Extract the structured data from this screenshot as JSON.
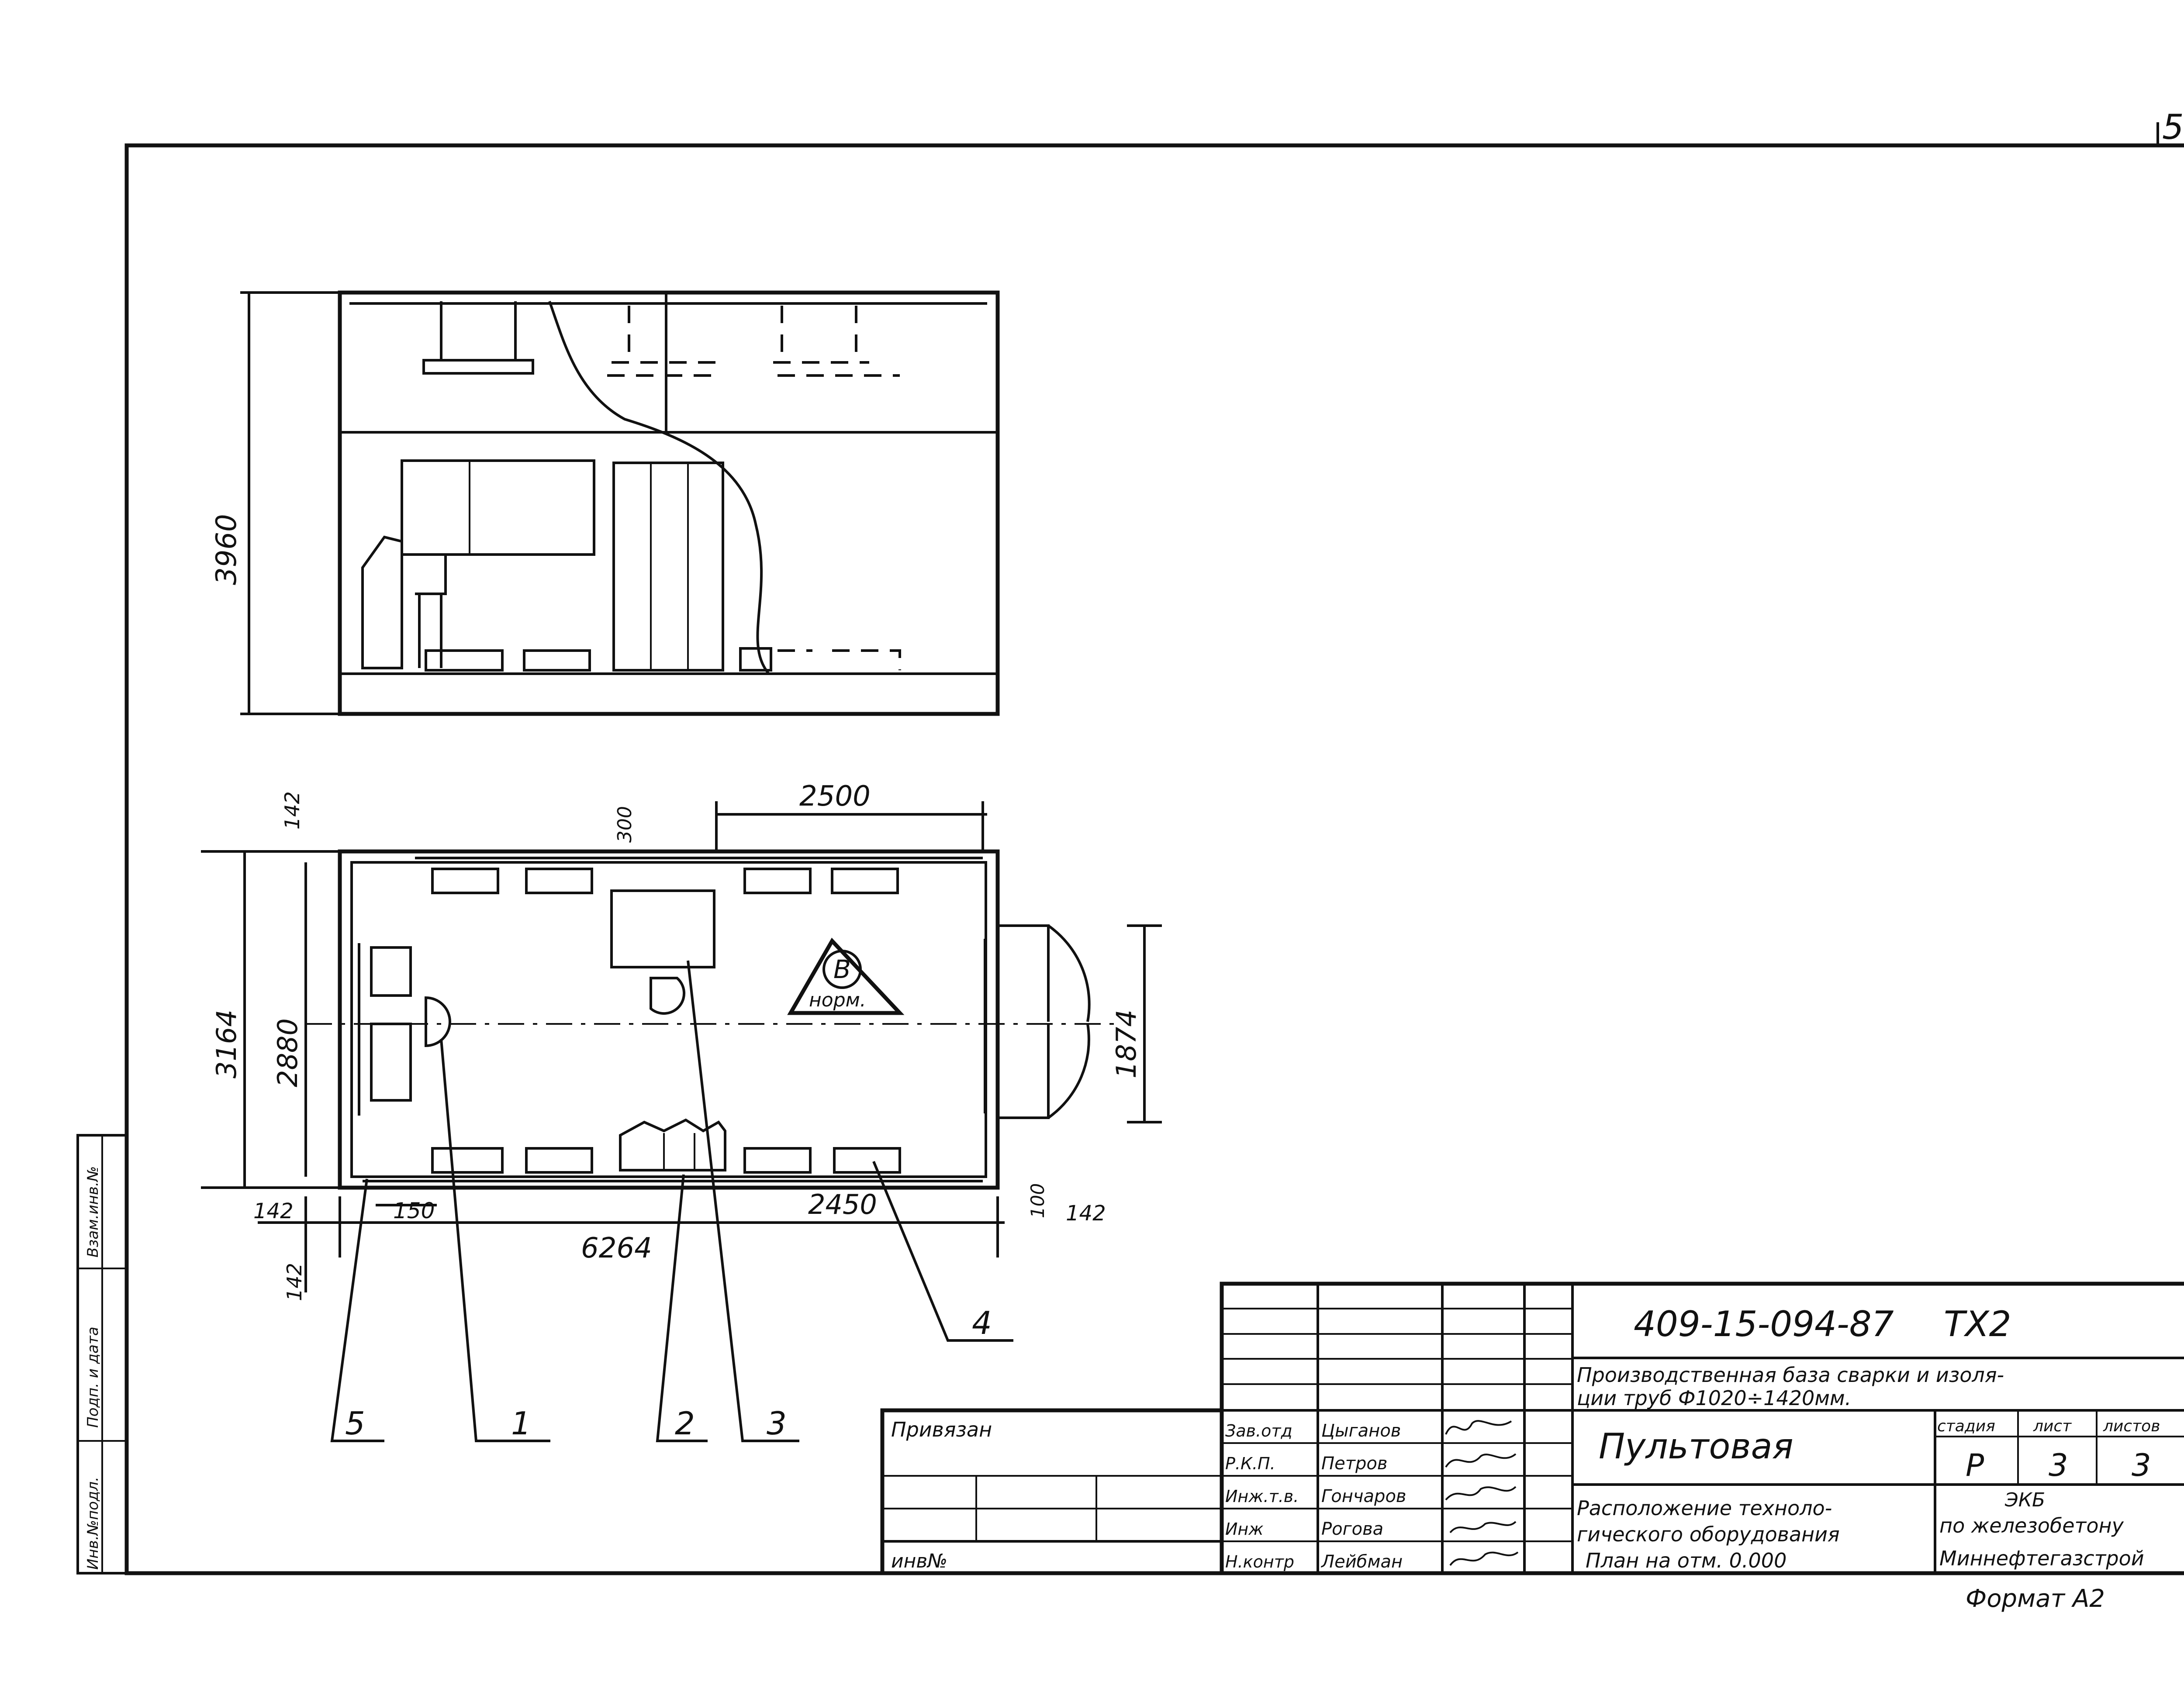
{
  "sheet": {
    "sheet_number_corner": "5",
    "format_label": "Формат А2"
  },
  "section_view": {
    "height_dim": "3960"
  },
  "plan_view": {
    "dims": {
      "top_length": "2500",
      "top_small": "300",
      "wall_top": "142",
      "left_outer": "3164",
      "left_inner": "2880",
      "right_door": "1874",
      "bottom_left_wall": "142",
      "bottom_left_offset": "150",
      "bottom_total": "6264",
      "bottom_right_len": "2450",
      "bottom_right_small": "100",
      "bottom_right_wall": "142",
      "bottom_vertical_wall": "142"
    },
    "category_mark": {
      "letter": "В",
      "label": "норм."
    },
    "callouts": [
      "5",
      "1",
      "2",
      "3",
      "4"
    ]
  },
  "title_block": {
    "doc_code": "409-15-094-87",
    "doc_mark": "ТХ2",
    "project_line1": "Производственная база сварки и изоля-",
    "project_line2": "ции труб  Ф1020÷1420мм.",
    "building_name": "Пультовая",
    "sheet_title_line1": "Расположение техноло-",
    "sheet_title_line2": "гического оборудования",
    "sheet_title_line3": "План на отм. 0.000",
    "col_stage": "стадия",
    "col_sheet": "лист",
    "col_sheets": "листов",
    "stage": "Р",
    "sheet": "3",
    "sheets": "3",
    "org_line1": "ЭКБ",
    "org_line2": "по железобетону",
    "org_line3": "Миннефтегазстрой",
    "bound_label": "Привязан",
    "inv_label": "инв№",
    "signatures": [
      {
        "role": "Зав.отд",
        "name": "Цыганов"
      },
      {
        "role": "Р.К.П.",
        "name": "Петров"
      },
      {
        "role": "Инж.т.в.",
        "name": "Гончаров"
      },
      {
        "role": "Инж",
        "name": "Рогова"
      },
      {
        "role": "Н.контр",
        "name": "Лейбман"
      }
    ]
  },
  "side_stamp": {
    "col1": "Взам.инв.№",
    "col2": "Подп. и дата",
    "col3": "Инв.№подл."
  }
}
